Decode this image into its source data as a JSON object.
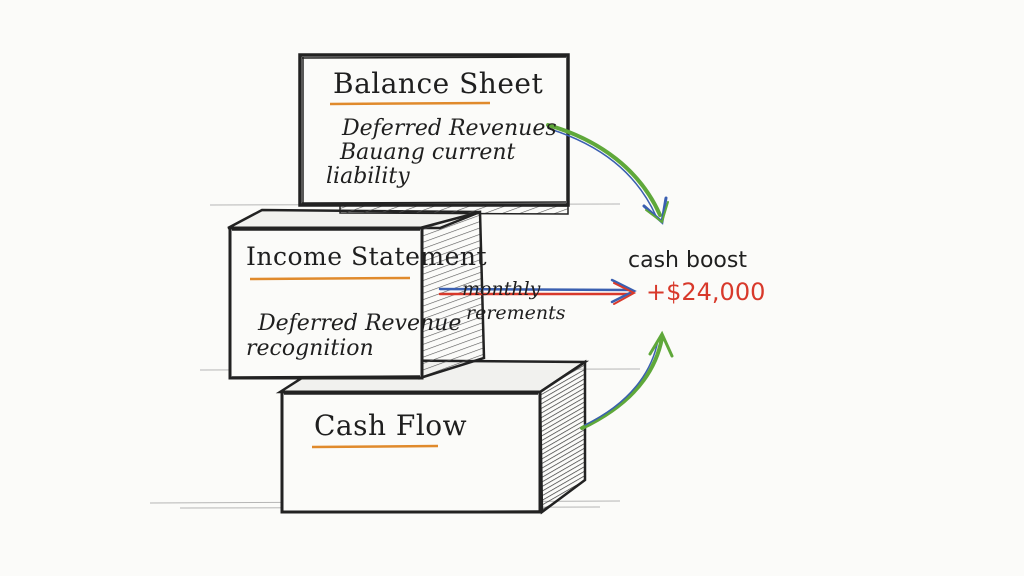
{
  "balance_sheet": {
    "title": "Balance Sheet",
    "line1": "Deferred Revenues",
    "line2": "Bauang current",
    "line3": "liability"
  },
  "income_statement": {
    "title": "Income Statement",
    "line1": "Deferred Revenue",
    "line2": "recognition"
  },
  "cash_flow": {
    "title": "Cash Flow"
  },
  "connector": {
    "line1": "monthly",
    "line2": "rerements"
  },
  "cash_boost": {
    "label": "cash boost",
    "value": "+$24,000"
  },
  "colors": {
    "ink": "#1f1f1f",
    "underline_orange": "#e08a2c",
    "arrow_green": "#5fa83a",
    "arrow_blue": "#3a5fb0",
    "arrow_red": "#d8392b",
    "value_red": "#d8392b"
  }
}
